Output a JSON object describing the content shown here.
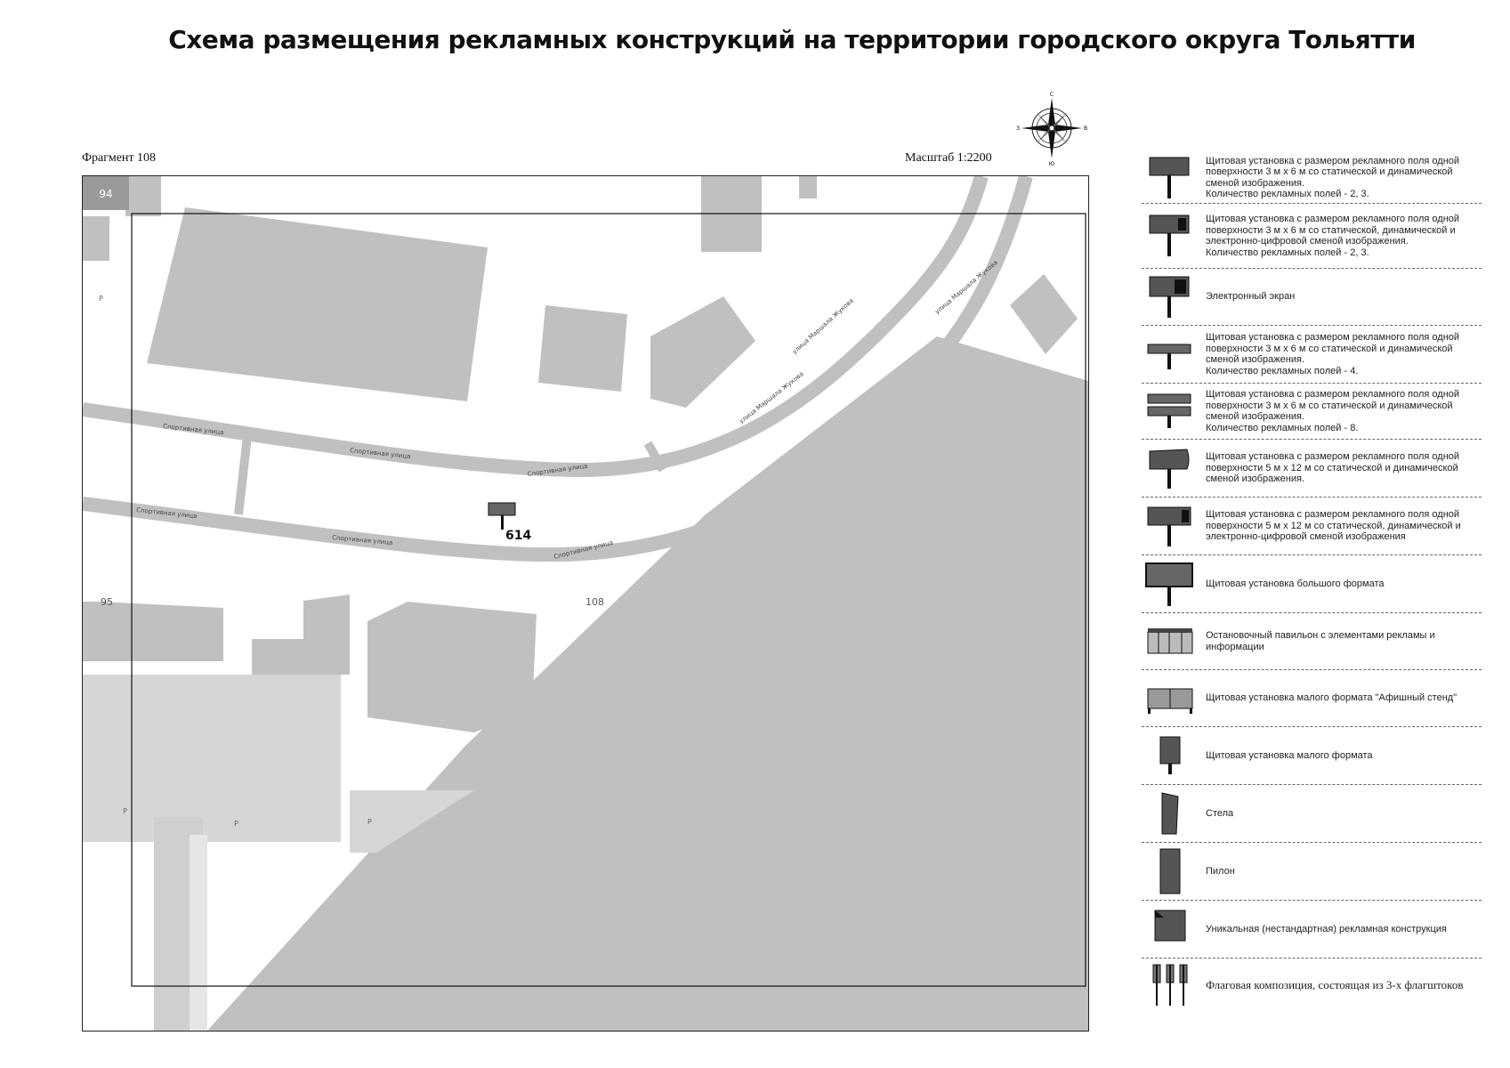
{
  "header": {
    "title": "Схема размещения рекламных конструкций на территории городского округа Тольятти",
    "fragment": "Фрагмент 108",
    "scale": "Масштаб 1:2200"
  },
  "compass": {
    "n": "С",
    "s": "Ю",
    "e": "В",
    "w": "З"
  },
  "map": {
    "sheet_labels": [
      "94",
      "95",
      "108"
    ],
    "marker_label": "614",
    "parking_label": "Р",
    "street_labels": [
      "Спортивная улица",
      "улица Маршала Жукова"
    ]
  },
  "legend": [
    {
      "icon": "billboard-3x6-static-dynamic-icon",
      "text": "Щитовая установка с размером рекламного поля одной поверхности 3 м х 6 м со статической и динамической сменой изображения.\nКоличество рекламных полей - 2, 3."
    },
    {
      "icon": "billboard-3x6-digital-icon",
      "text": "Щитовая установка с размером рекламного поля одной поверхности 3 м х 6 м со статической, динамической и электронно-цифровой сменой изображения.\nКоличество рекламных полей - 2, 3."
    },
    {
      "icon": "electronic-screen-icon",
      "text": "Электронный экран"
    },
    {
      "icon": "billboard-3x6-four-fields-icon",
      "text": "Щитовая установка с размером рекламного поля одной поверхности 3 м х 6 м со статической и динамической сменой изображения.\nКоличество рекламных полей - 4."
    },
    {
      "icon": "billboard-3x6-eight-fields-icon",
      "text": "Щитовая установка с размером рекламного поля одной поверхности 3 м х 6 м со статической и динамической сменой изображения.\nКоличество рекламных полей - 8."
    },
    {
      "icon": "billboard-5x12-static-dynamic-icon",
      "text": "Щитовая установка с размером рекламного поля одной поверхности 5 м х 12 м со статической и динамической сменой изображения."
    },
    {
      "icon": "billboard-5x12-digital-icon",
      "text": "Щитовая установка с размером рекламного поля одной поверхности 5 м х 12 м со статической, динамической и электронно-цифровой сменой изображения"
    },
    {
      "icon": "large-format-billboard-icon",
      "text": "Щитовая установка большого формата"
    },
    {
      "icon": "bus-stop-pavilion-icon",
      "text": "Остановочный павильон с элементами рекламы и информации"
    },
    {
      "icon": "poster-stand-icon",
      "text": "Щитовая установка малого формата \"Афишный стенд\""
    },
    {
      "icon": "small-format-billboard-icon",
      "text": "Щитовая установка малого формата"
    },
    {
      "icon": "stele-icon",
      "text": "Стела"
    },
    {
      "icon": "pylon-icon",
      "text": "Пилон"
    },
    {
      "icon": "unique-structure-icon",
      "text": "Уникальная (нестандартная) рекламная конструкция"
    },
    {
      "icon": "flag-composition-icon",
      "text": "Флаговая композиция, состоящая из 3-х флагштоков"
    }
  ]
}
